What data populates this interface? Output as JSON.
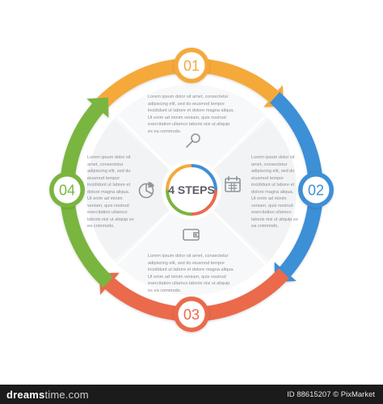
{
  "center": {
    "label": "4 STEPS"
  },
  "steps": [
    {
      "number": "01",
      "color": "#f5a93a",
      "text": "Lorem ipsum dolor sit amet, consectetur\nadipiscing elit, sed do eiusmod tempor\nincididunt ut labore et dolore magna aliqua.\nUt enim ad minim veniam, quis nostrud\nexercitation ullamco laboris nisi ut aliquip\nex ea commodo."
    },
    {
      "number": "02",
      "color": "#3e8fd6",
      "text": "Lorem ipsum dolor sit\namet, consectetur\nadipiscing elit, sed do\neiusmod tempor\nincididunt ut labore et\ndolore magna aliqua.\nUt enim ad minim\nveniam, quis nostrud\nexercitation ullamco\nlaboris nisi ut aliquip ex\nea commodo."
    },
    {
      "number": "03",
      "color": "#ea6a4c",
      "text": "Lorem ipsum dolor sit amet, consectetur\nadipiscing elit, sed do eiusmod tempor\nincididunt ut labore et dolore magna aliqua.\nUt enim ad minim veniam, quis nostrud\nexercitation ullamco laboris nisi ut aliquip\nex ea commodo."
    },
    {
      "number": "04",
      "color": "#7ab53f",
      "text": "Lorem ipsum dolor sit\namet, consectetur\nadipiscing elit, sed do\neiusmod tempor\nincididunt ut labore et\ndolore magna aliqua.\nUt enim ad minim\nveniam, quis nostrud\nexercitation ullamco\nlaboris nisi ut aliquip ex\nea commodo."
    }
  ],
  "icons": {
    "top": "magnifier-icon",
    "right": "calendar-icon",
    "bottom": "wallet-icon",
    "left": "pie-chart-icon"
  },
  "footer": {
    "brand_main": "dreams",
    "brand_light": "time.com",
    "id_text": "ID 88615207 © PixMarket"
  }
}
